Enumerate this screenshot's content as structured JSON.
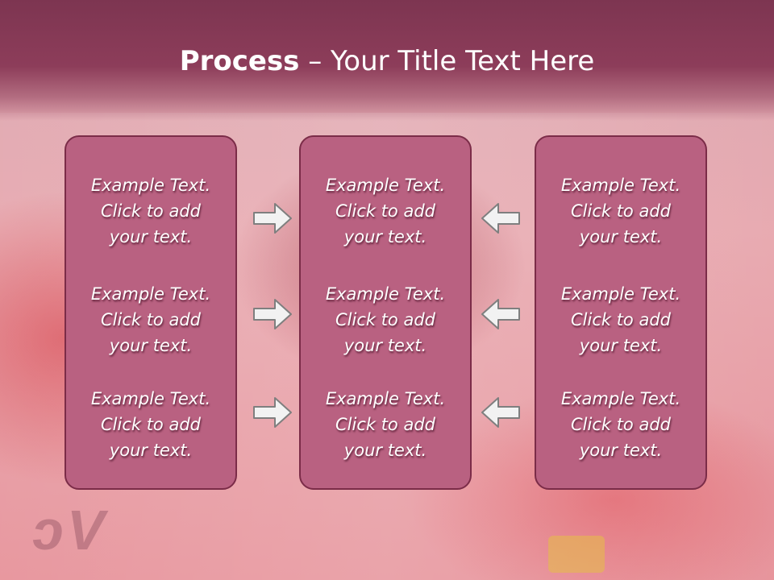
{
  "slide": {
    "title_bold": "Process",
    "title_rest": " – Your Title Text Here"
  },
  "columns": [
    {
      "items": [
        {
          "line1": "Example Text.",
          "line2": "Click  to add",
          "line3": "your text."
        },
        {
          "line1": "Example Text.",
          "line2": "Click  to add",
          "line3": "your text."
        },
        {
          "line1": "Example Text.",
          "line2": "Click  to add",
          "line3": "your text."
        }
      ]
    },
    {
      "items": [
        {
          "line1": "Example Text.",
          "line2": "Click  to add",
          "line3": "your text."
        },
        {
          "line1": "Example Text.",
          "line2": "Click  to add",
          "line3": "your text."
        },
        {
          "line1": "Example Text.",
          "line2": "Click  to add",
          "line3": "your text."
        }
      ]
    },
    {
      "items": [
        {
          "line1": "Example Text.",
          "line2": "Click  to add",
          "line3": "your text."
        },
        {
          "line1": "Example Text.",
          "line2": "Click  to add",
          "line3": "your text."
        },
        {
          "line1": "Example Text.",
          "line2": "Click  to add",
          "line3": "your text."
        }
      ]
    }
  ],
  "arrows": {
    "left_group": "right-arrow-icon",
    "right_group": "left-arrow-icon"
  },
  "colors": {
    "header": "#8d3d5a",
    "panel_fill": "#b96181",
    "panel_border": "#7b2c48",
    "arrow_fill": "#f2f2f2",
    "arrow_stroke": "#7f7f7f"
  }
}
